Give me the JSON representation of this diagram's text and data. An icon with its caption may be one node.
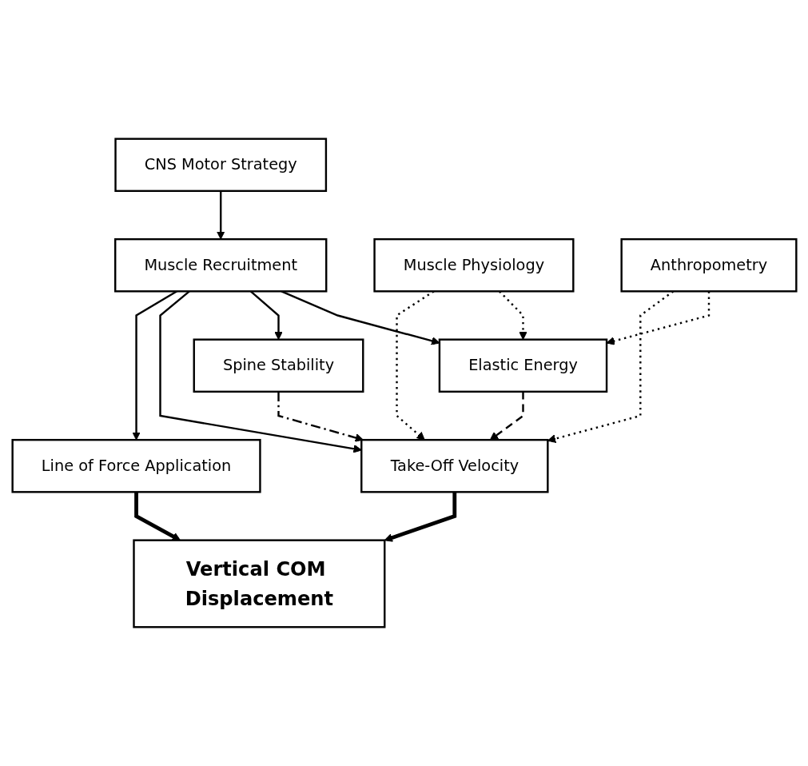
{
  "diagram": {
    "nodes": [
      {
        "text": [
          "CNS Motor Strategy"
        ]
      },
      {
        "text": [
          "Muscle Recruitment"
        ]
      },
      {
        "text": [
          "Muscle Physiology"
        ]
      },
      {
        "text": [
          "Anthropometry"
        ]
      },
      {
        "text": [
          "Elastic Energy"
        ]
      },
      {
        "text": [
          "Spine Stability"
        ]
      },
      {
        "text": [
          "Take-Off Velocity"
        ]
      },
      {
        "text": [
          "Line of Force Application"
        ]
      },
      {
        "text": [
          "Vertical COM Displacement"
        ]
      }
    ],
    "edges": [
      {
        "from": 0,
        "to": 1,
        "arrow": "to"
      },
      {
        "from": 1,
        "to": 4,
        "arrow": "to"
      },
      {
        "from": 1,
        "to": 5,
        "arrow": "to"
      },
      {
        "from": 1,
        "to": 6,
        "arrow": "to"
      },
      {
        "from": 1,
        "to": 7,
        "arrow": "to"
      },
      {
        "from": 2,
        "to": 4,
        "arrow": "to",
        "style": "dashed"
      },
      {
        "from": 2,
        "to": 6,
        "arrow": "to",
        "style": "dashed"
      },
      {
        "from": 3,
        "to": 4,
        "arrow": "to",
        "style": "dashed"
      },
      {
        "from": 3,
        "to": 6,
        "arrow": "to",
        "style": "dashed"
      },
      {
        "from": 4,
        "to": 6,
        "arrow": "to",
        "style": "dashed"
      },
      {
        "from": 5,
        "to": 6,
        "arrow": "to",
        "style": "dashed"
      },
      {
        "from": 6,
        "to": 8,
        "arrow": "to",
        "style": "thick"
      },
      {
        "from": 7,
        "to": 8,
        "arrow": "to",
        "style": "thick"
      }
    ]
  }
}
